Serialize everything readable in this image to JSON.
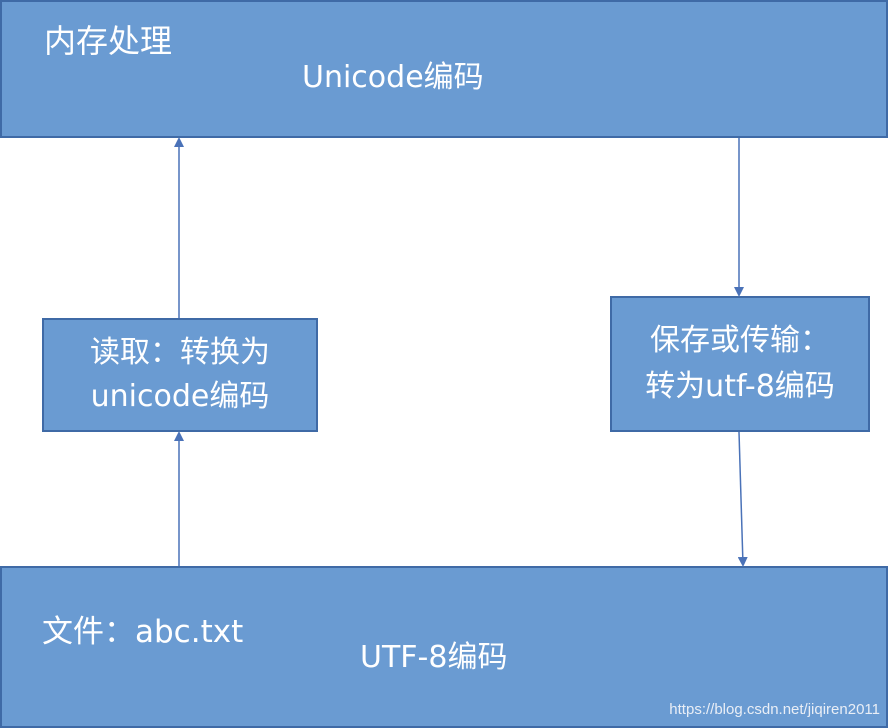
{
  "top_box": {
    "title": "内存处理",
    "subtitle": "Unicode编码"
  },
  "read_box": {
    "line1": "读取：转换为",
    "line2": "unicode编码"
  },
  "save_box": {
    "line1": "保存或传输：",
    "line2": "转为utf-8编码"
  },
  "bottom_box": {
    "title": "文件：abc.txt",
    "subtitle": "UTF-8编码"
  },
  "watermark": "https://blog.csdn.net/jiqiren2011",
  "colors": {
    "box_fill": "#6a9bd2",
    "box_border": "#3f6aa6",
    "arrow": "#4a72b8",
    "text": "#ffffff"
  }
}
